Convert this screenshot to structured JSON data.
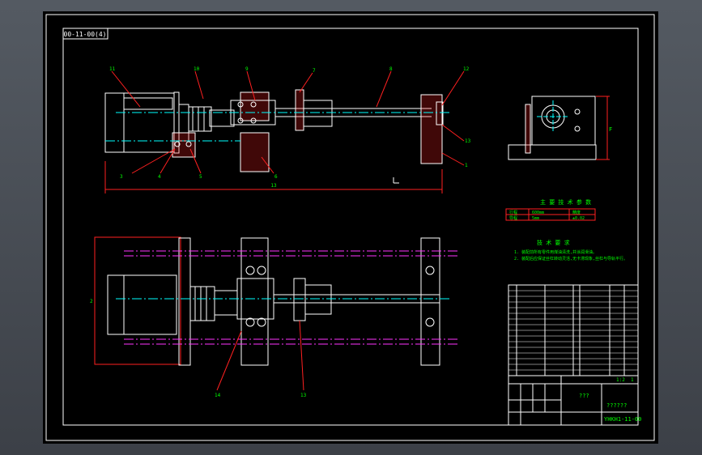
{
  "drawing": {
    "title_tab": "00-11-00(4)",
    "dim_overall": "13",
    "dim_height": "F",
    "dim_plan_height": "2",
    "callouts_top": [
      "11",
      "10",
      "9",
      "7",
      "8",
      "12",
      "13",
      "1",
      "6",
      "3",
      "4",
      "5"
    ],
    "callouts_bottom": [
      "14",
      "13"
    ],
    "tech_title": "技 术 要 求",
    "tech_lines": [
      "1. 装配前所有零件用煤油清洗,并涂润滑油。",
      "2. 装配后应保证丝杠转动灵活,无卡滞现象,丝杠与导轨平行。"
    ],
    "param_title": "主 要 技 术 参 数",
    "param_row1": [
      "行程",
      "600mm",
      "精度"
    ],
    "param_row2": [
      "导程",
      "5mm",
      "±0.02"
    ],
    "title_block": {
      "name": "???",
      "company": "??????",
      "drawing_no": "YHKH1-11-00",
      "scale": "1:2",
      "sheet": "1"
    }
  }
}
